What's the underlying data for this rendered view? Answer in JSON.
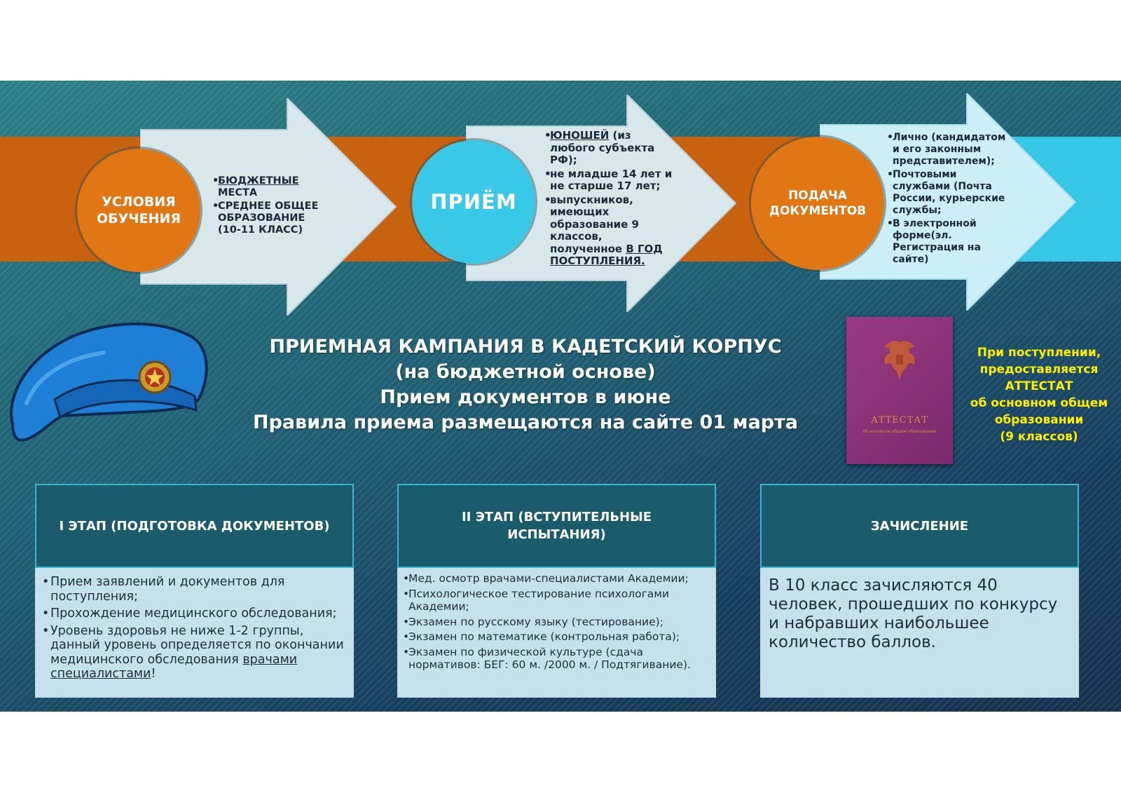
{
  "flow": {
    "step1": {
      "label": "УСЛОВИЯ ОБУЧЕНИЯ",
      "items": [
        {
          "underlined": "БЮДЖЕТНЫЕ",
          "rest": " МЕСТА"
        },
        {
          "underlined": "",
          "rest": "СРЕДНЕЕ ОБЩЕЕ ОБРАЗОВАНИЕ (10-11 КЛАСС)"
        }
      ]
    },
    "step2": {
      "label": "ПРИЁМ",
      "items": [
        {
          "underlined": "ЮНОШЕЙ",
          "rest": " (из любого субъекта РФ);"
        },
        {
          "underlined": "",
          "rest": "не младше 14 лет и не старше 17 лет;"
        },
        {
          "underlined": "",
          "rest": "выпускников, имеющих образование 9 классов, полученное ",
          "tail_underlined": "В ГОД ПОСТУПЛЕНИЯ."
        }
      ]
    },
    "step3": {
      "label": "ПОДАЧА ДОКУМЕНТОВ",
      "items": [
        "Лично (кандидатом и его законным представителем);",
        "Почтовыми службами     (Почта России, курьерские службы;",
        "В электронной форме(эл. Регистрация на сайте)"
      ]
    }
  },
  "campaign": {
    "line1": "ПРИЕМНАЯ КАМПАНИЯ В КАДЕТСКИЙ КОРПУС",
    "line2": "(на бюджетной основе)",
    "line3": "Прием документов в июне",
    "line4": "Правила приема размещаются на сайте 01 марта"
  },
  "certificate": {
    "cover_word": "АТТЕСТАТ",
    "cover_subtitle": "об основном общем образовании"
  },
  "note": {
    "line1": "При поступлении,",
    "line2": "предоставляется",
    "line3": "АТТЕСТАТ",
    "line4": "об основном общем образовании",
    "line5": "(9 классов)"
  },
  "stages": {
    "stage1": {
      "title": "I ЭТАП  (ПОДГОТОВКА ДОКУМЕНТОВ)",
      "items": [
        "Прием заявлений и документов для поступления;",
        "Прохождение медицинского обследования;",
        "Уровень здоровья не ниже 1-2 группы, данный уровень определяется по окончании медицинского обследования "
      ],
      "link_text": "врачами специалистами",
      "link_tail": "!"
    },
    "stage2": {
      "title": "II ЭТАП (ВСТУПИТЕЛЬНЫЕ ИСПЫТАНИЯ)",
      "items": [
        "Мед. осмотр врачами-специалистами Академии;",
        "Психологическое тестирование психологами Академии;",
        "Экзамен по  русскому языку (тестирование);",
        "Экзамен по математике (контрольная работа);",
        "Экзамен по физической культуре (сдача нормативов: БЕГ: 60 м. /2000 м. / Подтягивание)."
      ]
    },
    "stage3": {
      "title": "ЗАЧИСЛЕНИЕ",
      "text": "В 10 класс зачисляются 40 человек, прошедших по конкурсу и набравших наибольшее количество баллов."
    }
  },
  "colors": {
    "orange": "#e07614",
    "band": "#c9620f",
    "cyan": "#39c8e8",
    "stage_head": "#1a5b6c",
    "stage_body": "#c5e1ec",
    "note_yellow": "#ffee00"
  }
}
